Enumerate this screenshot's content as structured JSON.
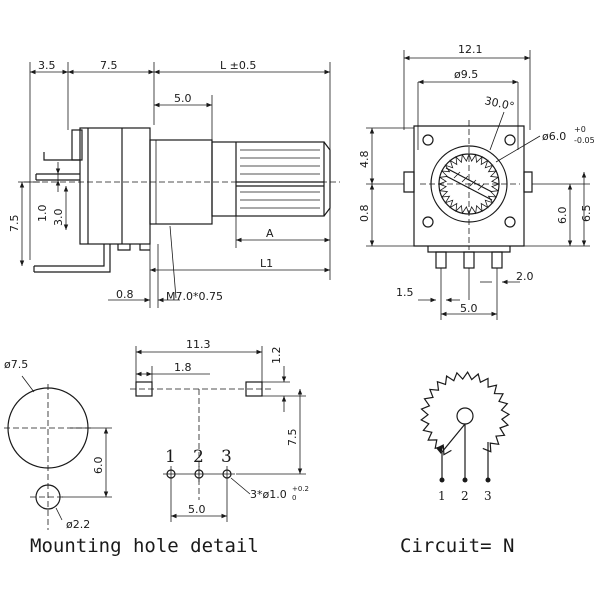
{
  "side_view": {
    "dim_top_left": "3.5",
    "dim_top_mid": "7.5",
    "dim_top_right": "L ±0.5",
    "dim_shaft": "5.0",
    "dim_left_height": "7.5",
    "dim_1_0": "1.0",
    "dim_3_0": "3.0",
    "dim_a": "A",
    "dim_l1": "L1",
    "dim_bottom": "0.8",
    "thread": "M7.0*0.75"
  },
  "front_view": {
    "dim_width": "12.1",
    "dim_dia": "ø9.5",
    "dim_angle": "30.0°",
    "dim_shaft": "ø6.0",
    "dim_shaft_tol_upper": "+0",
    "dim_shaft_tol_lower": "-0.05",
    "dim_4_8": "4.8",
    "dim_0_8": "0.8",
    "dim_6_0": "6.0",
    "dim_6_5": "6.5",
    "dim_1_5": "1.5",
    "dim_2_0": "2.0",
    "dim_5_0": "5.0"
  },
  "mounting": {
    "dia_big": "ø7.5",
    "dim_6_0": "6.0",
    "dia_small": "ø2.2",
    "dim_11_3": "11.3",
    "dim_1_8": "1.8",
    "dim_1_2": "1.2",
    "dim_7_5": "7.5",
    "dim_5_0": "5.0",
    "pin1": "1",
    "pin2": "2",
    "pin3": "3",
    "hole_note": "3*ø1.0",
    "hole_tol_upper": "+0.2",
    "hole_tol_lower": "0",
    "caption": "Mounting hole detail"
  },
  "circuit": {
    "pin1": "1",
    "pin2": "2",
    "pin3": "3",
    "caption": "Circuit= N"
  }
}
